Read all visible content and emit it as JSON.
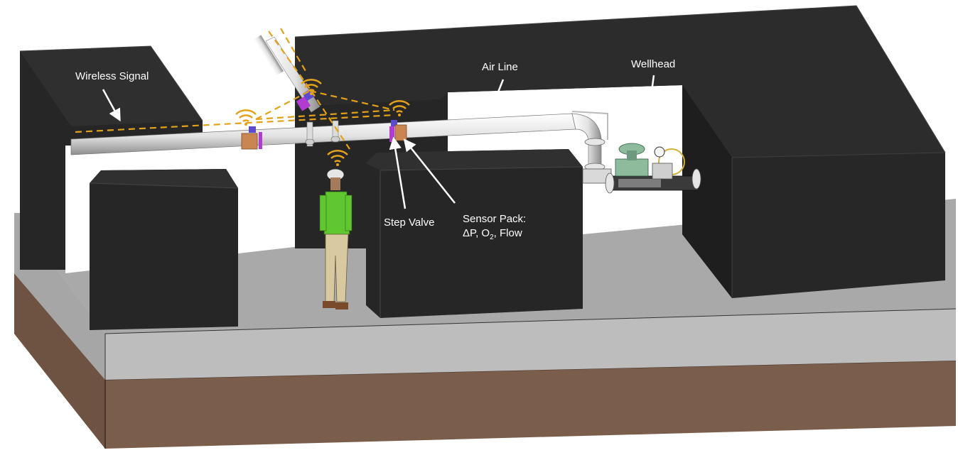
{
  "labels": {
    "wireless_signal": "Wireless Signal",
    "air_line": "Air Line",
    "wellhead": "Wellhead",
    "step_valve": "Step Valve",
    "sensor_pack_line1": "Sensor Pack:",
    "sensor_pack_line2_prefix": "ΔP, O",
    "sensor_pack_line2_sub": "2",
    "sensor_pack_line2_suffix": ", Flow"
  },
  "colors": {
    "rock": "#262626",
    "rock_edge": "#3a3a3a",
    "floor": "#a9a9a9",
    "floor_side": "#b9b9b9",
    "soil_top": "#8a6b58",
    "soil_side": "#7b5d4c",
    "pipe": "#eeeeee",
    "pipe_shade": "#9a9a9a",
    "signal": "#e3a21a",
    "sensor": "#c98552",
    "valve": "#b23bd1",
    "worker_shirt": "#5fc72f",
    "worker_pants": "#d8c9a0",
    "label_text": "#ffffff"
  },
  "icons": {
    "signal": "wifi-signal-icon",
    "worker": "worker-figure",
    "wellhead": "wellhead-assembly"
  }
}
